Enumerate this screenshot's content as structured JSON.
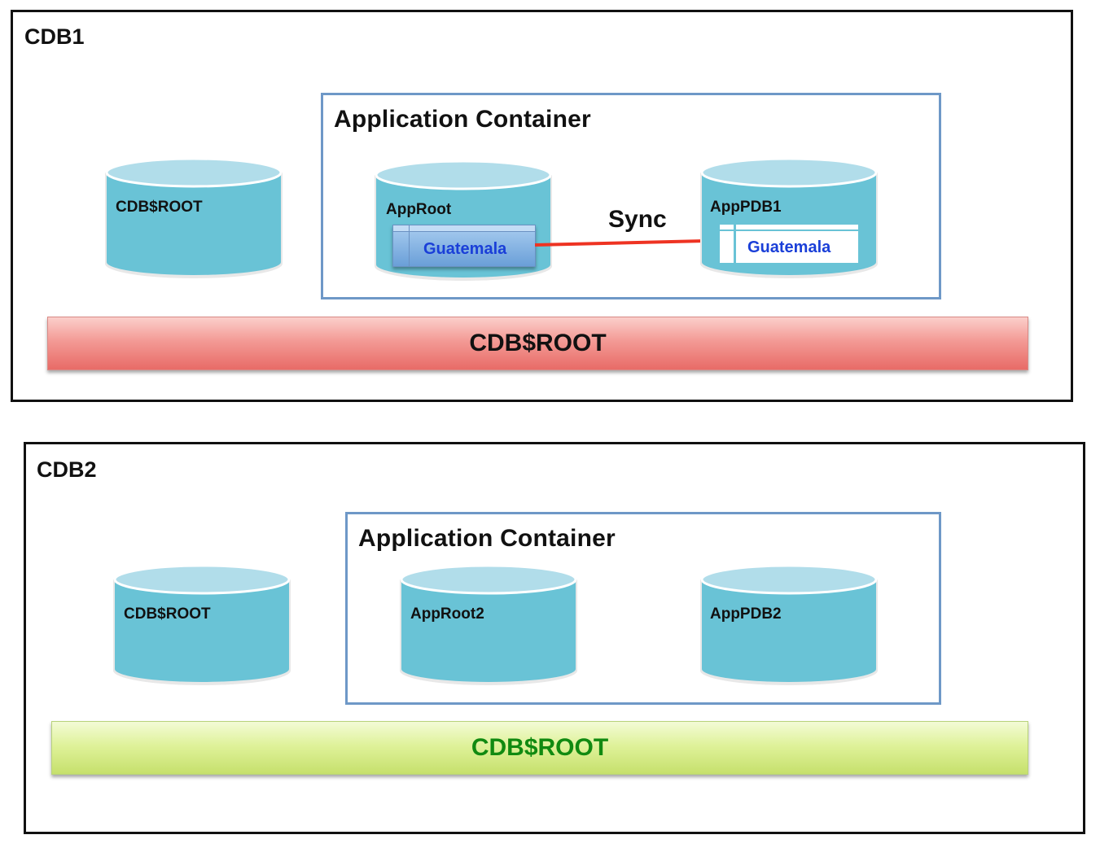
{
  "cdb1": {
    "title": "CDB1",
    "root_db": "CDB$ROOT",
    "app_container": {
      "title": "Application Container",
      "app_root": "AppRoot",
      "app_root_table": "Guatemala",
      "sync_label": "Sync",
      "app_pdb": "AppPDB1",
      "app_pdb_table": "Guatemala"
    },
    "root_bar": "CDB$ROOT"
  },
  "cdb2": {
    "title": "CDB2",
    "root_db": "CDB$ROOT",
    "app_container": {
      "title": "Application Container",
      "app_root": "AppRoot2",
      "app_pdb": "AppPDB2"
    },
    "root_bar": "CDB$ROOT"
  },
  "colors": {
    "cylinder_body": "#69c3d6",
    "cylinder_top": "#b1ddea",
    "app_container_border": "#6e98c7",
    "sync_arrow": "#ee3322",
    "root_bar_cdb1": "#f08a85",
    "root_bar_cdb2": "#d8ef8c",
    "root_bar_cdb2_text": "#118a11",
    "table_text": "#1a3fd8"
  }
}
